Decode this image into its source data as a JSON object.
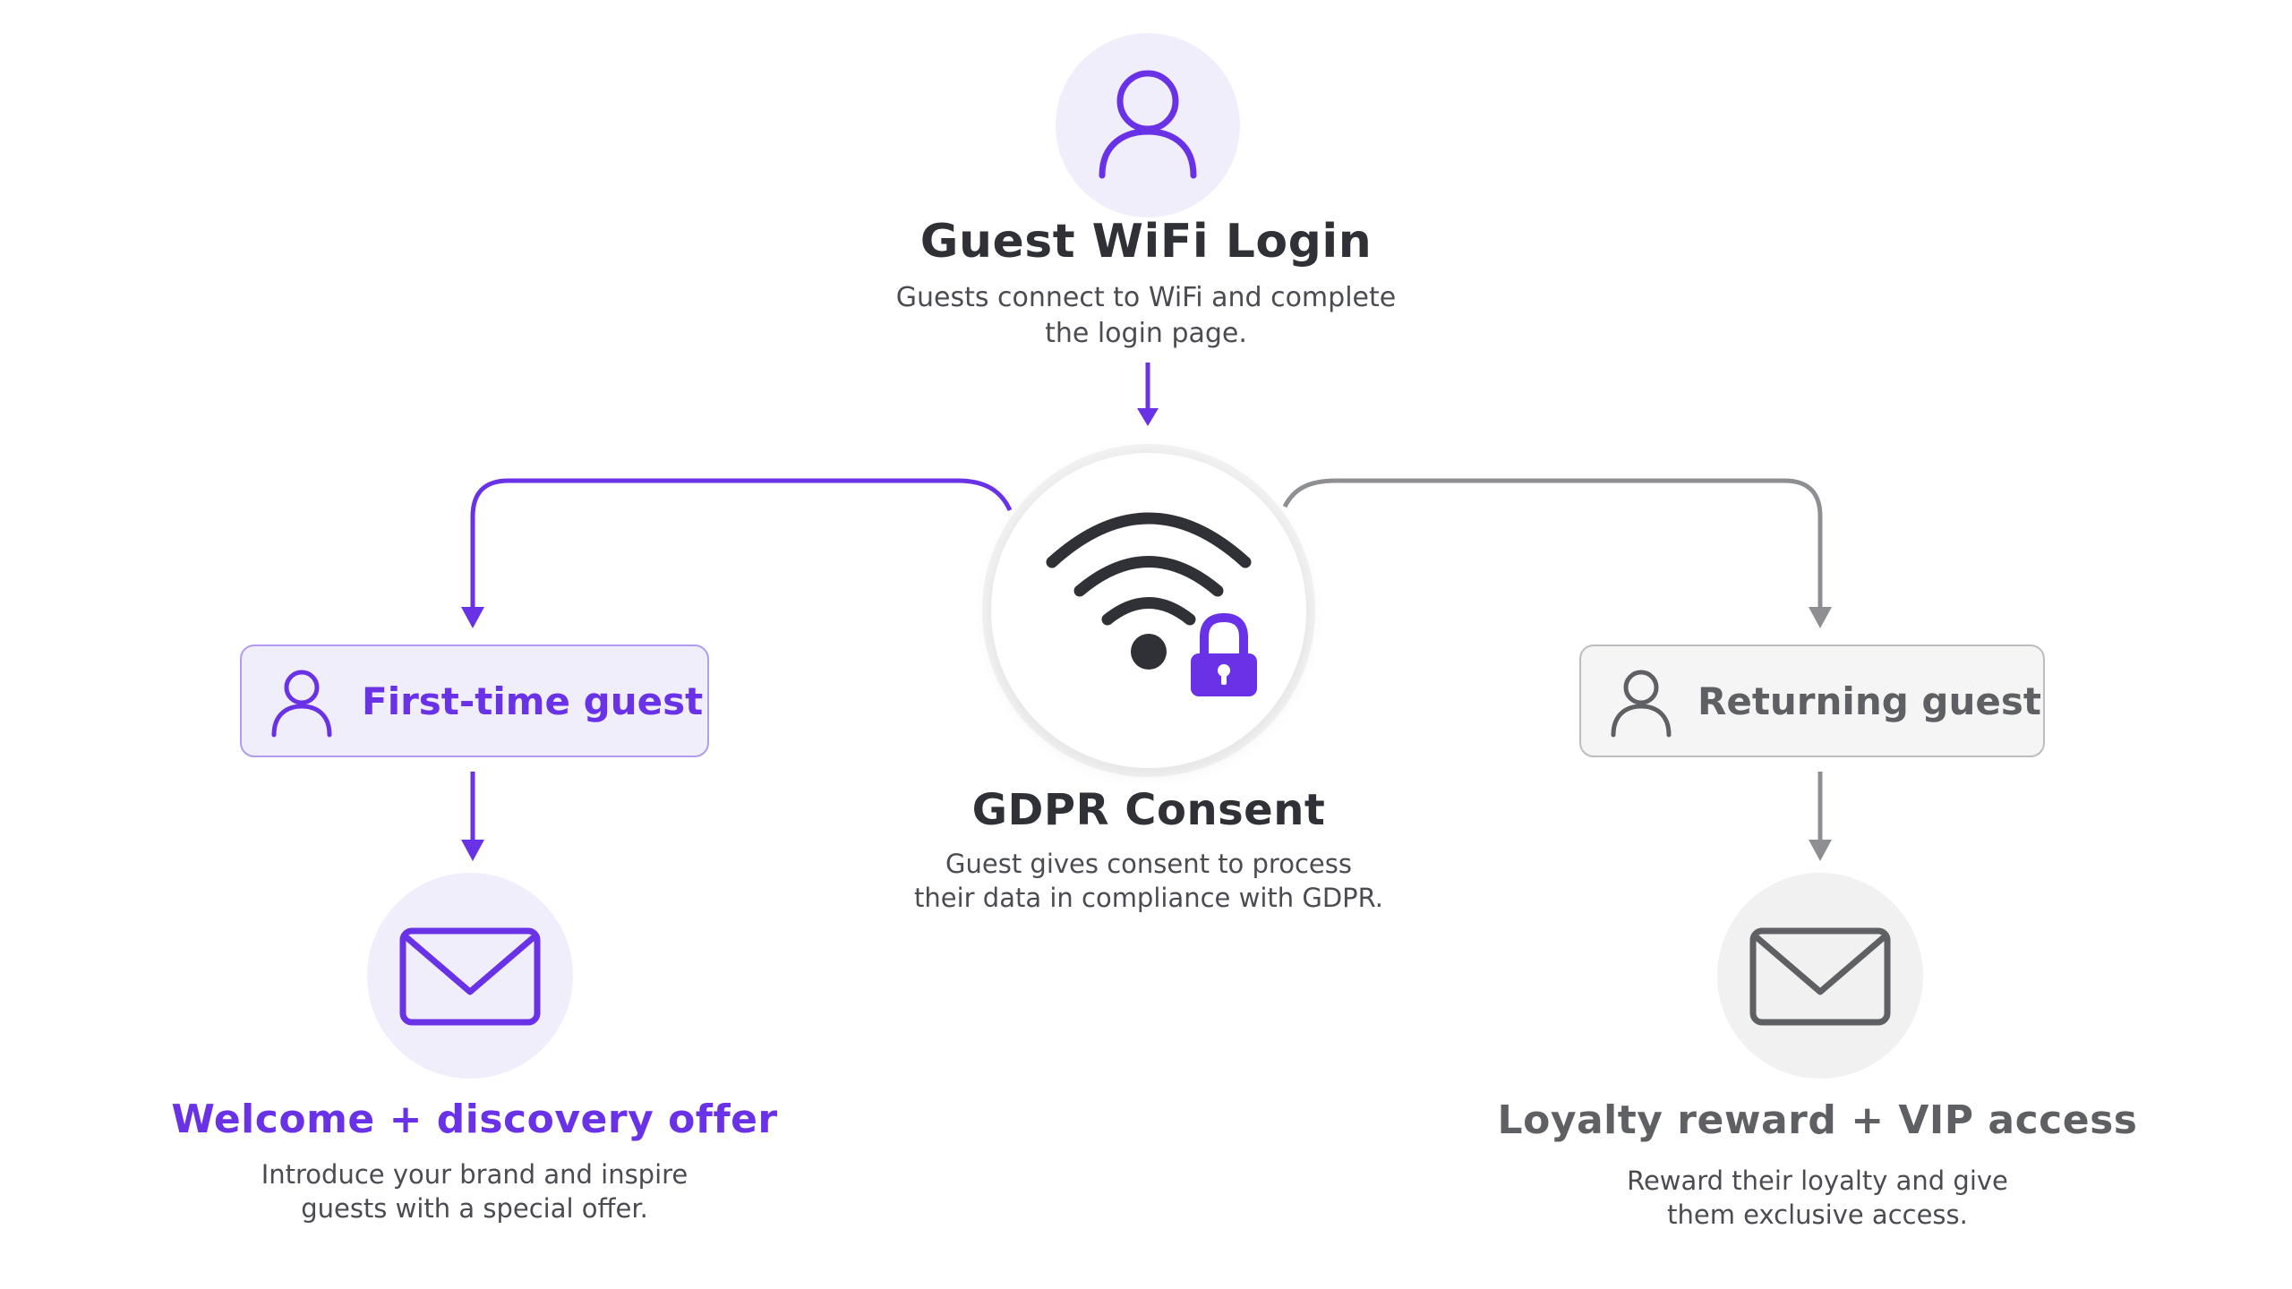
{
  "top": {
    "title": "Guest WiFi Login",
    "desc_line1": "Guests connect to WiFi and complete",
    "desc_line2": "the login page.",
    "icon": "person-icon"
  },
  "center": {
    "title": "GDPR Consent",
    "desc_line1": "Guest gives consent to process",
    "desc_line2": "their data in compliance with GDPR.",
    "icon": "wifi-lock-icon"
  },
  "left": {
    "box_label": "First-time guest",
    "offer_title": "Welcome + discovery offer",
    "desc_line1": "Introduce your brand and inspire",
    "desc_line2": "guests with a special offer.",
    "icon": "envelope-icon"
  },
  "right": {
    "box_label": "Returning guest",
    "offer_title": "Loyalty reward + VIP access",
    "desc_line1": "Reward their loyalty and give",
    "desc_line2": "them exclusive access.",
    "icon": "envelope-icon"
  },
  "colors": {
    "purple": "#6a32e6",
    "purple_light": "#f1eefc",
    "gray": "#8e8f93",
    "gray_light": "#f1f1f2",
    "dark": "#2f3136"
  }
}
